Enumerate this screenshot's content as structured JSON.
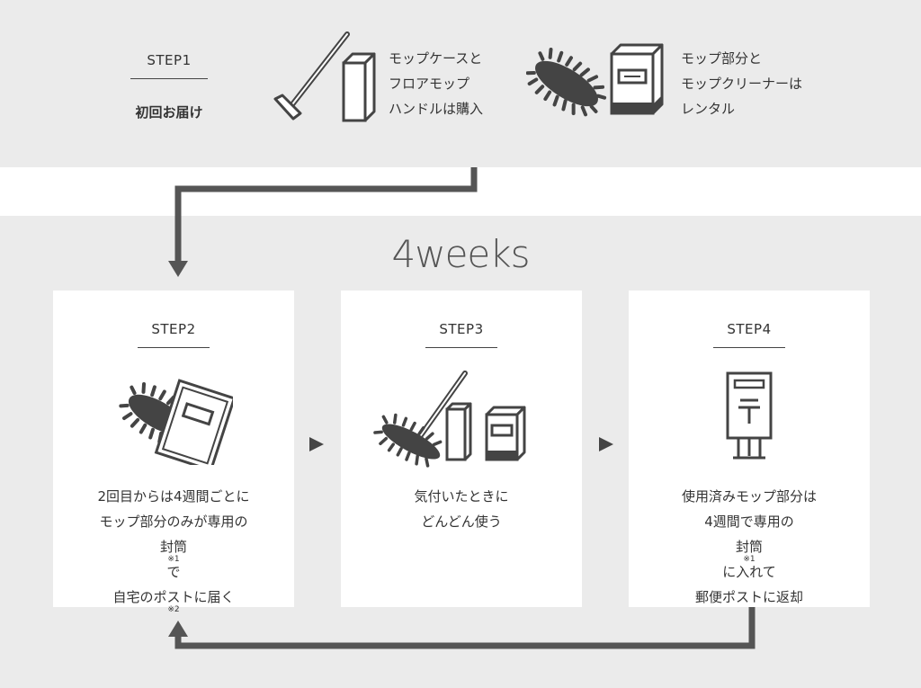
{
  "step1": {
    "label": "STEP1",
    "sub": "初回お届け",
    "purchase_lines": [
      "モップケースと",
      "フロアモップ",
      "ハンドルは購入"
    ],
    "rental_lines": [
      "モップ部分と",
      "モップクリーナーは",
      "レンタル"
    ]
  },
  "weeks_label": "4weeks",
  "steps": [
    {
      "label": "STEP2",
      "lines": [
        "2回目からは4週間ごとに",
        "モップ部分のみが専用の",
        "封筒",
        "自宅のポストに届く"
      ],
      "note1": "※1",
      "note1_suffix": "で",
      "note2": "※2"
    },
    {
      "label": "STEP3",
      "lines": [
        "気付いたときに",
        "どんどん使う"
      ]
    },
    {
      "label": "STEP4",
      "lines": [
        "使用済みモップ部分は",
        "4週間で専用の",
        "封筒",
        "郵便ポストに返却"
      ],
      "note1": "※1",
      "note1_suffix": "に入れて"
    }
  ],
  "icons": [
    "mop-handle-icon",
    "mop-case-icon",
    "mop-head-icon",
    "mop-cleaner-icon",
    "envelope-icon",
    "postbox-icon",
    "play-arrow-icon",
    "flow-arrow-icon"
  ],
  "colors": {
    "band": "#ebebeb",
    "card": "#ffffff",
    "ink": "#444444",
    "text": "#333333"
  }
}
